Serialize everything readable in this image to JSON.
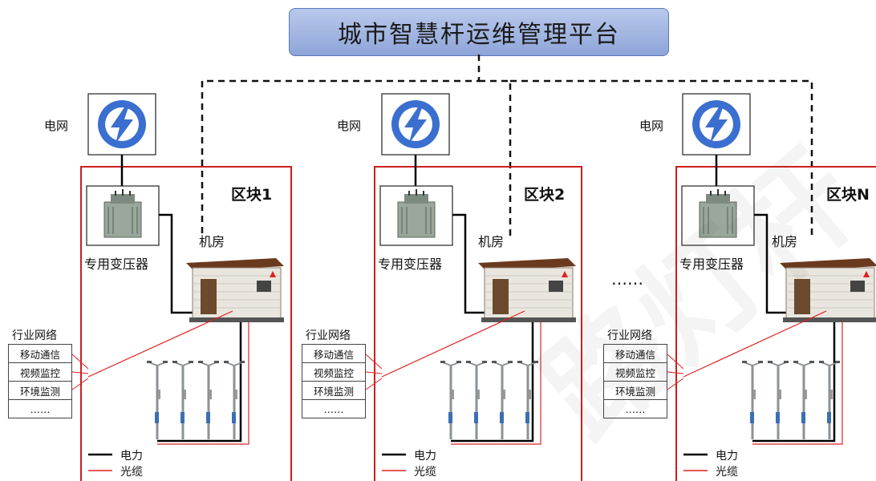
{
  "platform": {
    "title": "城市智慧杆运维管理平台"
  },
  "blocks": [
    {
      "title": "区块1",
      "grid_label": "电网",
      "transformer_label": "专用变压器",
      "room_label": "机房",
      "industry": {
        "title": "行业网络",
        "items": [
          "移动通信",
          "视频监控",
          "环境监测",
          "……"
        ]
      },
      "legend": {
        "power": "电力",
        "fiber": "光缆"
      }
    },
    {
      "title": "区块2",
      "grid_label": "电网",
      "transformer_label": "专用变压器",
      "room_label": "机房",
      "industry": {
        "title": "行业网络",
        "items": [
          "移动通信",
          "视频监控",
          "环境监测",
          "……"
        ]
      },
      "legend": {
        "power": "电力",
        "fiber": "光缆"
      }
    },
    {
      "title": "区块N",
      "grid_label": "电网",
      "transformer_label": "专用变压器",
      "room_label": "机房",
      "industry": {
        "title": "行业网络",
        "items": [
          "移动通信",
          "视频监控",
          "环境监测",
          "……"
        ]
      },
      "legend": {
        "power": "电力",
        "fiber": "光缆"
      }
    }
  ],
  "ellipsis": "……",
  "colors": {
    "power_line": "#000000",
    "fiber_line": "#e02020",
    "block_border": "#cc1f1f",
    "title_fill": "#9fb3e2",
    "grid_icon": "#3a6fd0"
  }
}
